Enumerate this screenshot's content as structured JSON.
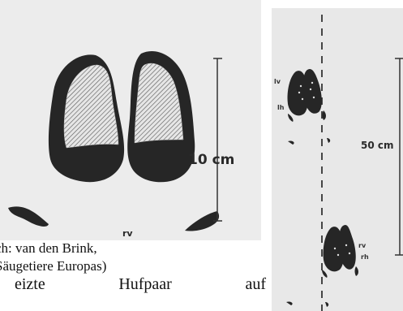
{
  "figure_left": {
    "scale_label": "10 cm",
    "hoof_label": "rv"
  },
  "figure_right": {
    "scale_label": "50 cm",
    "labels": {
      "lv": "lv",
      "lh": "lh",
      "rv": "rv",
      "rh": "rh"
    }
  },
  "caption": {
    "line1": "ch: van den Brink,",
    "line2": "Säugetiere Europas)",
    "line3_words": [
      "eizte",
      "Hufpaar",
      "auf"
    ]
  },
  "colors": {
    "panel_bg": "#ececec",
    "hoof_dark": "#232323",
    "hatch": "#cfcfcf",
    "scale_line": "#333333"
  }
}
